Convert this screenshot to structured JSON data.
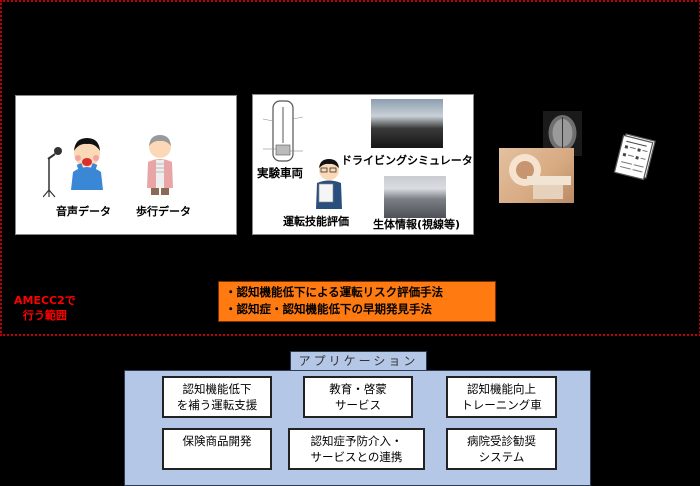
{
  "scope": {
    "label_line1": "AMECC2で",
    "label_line2": "行う範囲",
    "frame_color": "#c00000",
    "label_color": "#ff0000"
  },
  "panels": {
    "data_collection": {
      "voice_label": "音声データ",
      "gait_label": "歩行データ"
    },
    "driving": {
      "vehicle_label": "実験車両",
      "simulator_label": "ドライビングシミュレータ",
      "skill_label": "運転技能評価",
      "bio_label": "生体情報(視線等)"
    },
    "medical": {
      "mri_icon": "mri-scanner",
      "brain_icon": "brain-scan",
      "document_icon": "questionnaire"
    }
  },
  "methods": {
    "line1": "・認知機能低下による運転リスク評価手法",
    "line2": "・認知症・認知機能低下の早期発見手法",
    "bg_color": "#ff7a10"
  },
  "applications": {
    "title": "アプリケーション",
    "bg_color": "#b4c7e7",
    "items": [
      {
        "line1": "認知機能低下",
        "line2": "を補う運転支援"
      },
      {
        "line1": "教育・啓蒙",
        "line2": "サービス"
      },
      {
        "line1": "認知機能向上",
        "line2": "トレーニング車"
      },
      {
        "line1": "保険商品開発",
        "line2": ""
      },
      {
        "line1": "認知症予防介入・",
        "line2": "サービスとの連携"
      },
      {
        "line1": "病院受診勧奨",
        "line2": "システム"
      }
    ]
  }
}
